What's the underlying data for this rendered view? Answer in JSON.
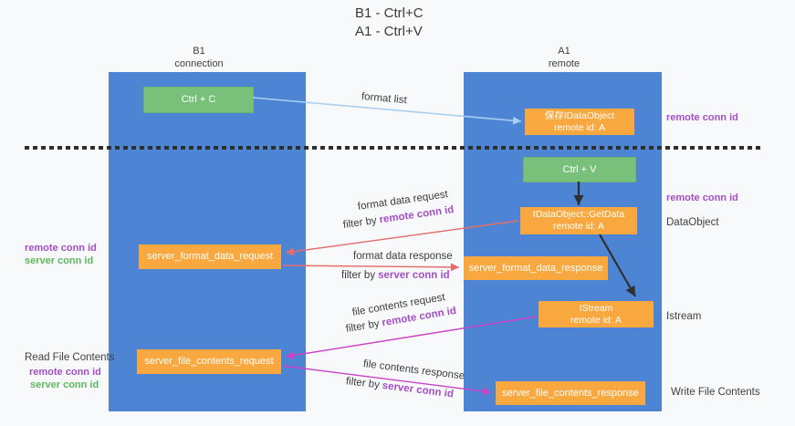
{
  "title": {
    "line1": "B1 - Ctrl+C",
    "line2": "A1 - Ctrl+V"
  },
  "columns": {
    "b1": {
      "name": "B1",
      "subtitle": "connection"
    },
    "a1": {
      "name": "A1",
      "subtitle": "remote"
    }
  },
  "nodes": {
    "ctrl_c": {
      "label": "Ctrl + C"
    },
    "ctrl_v": {
      "label": "Ctrl + V"
    },
    "save_idataobject": {
      "line1": "保存IDataObject",
      "line2": "remote id: A"
    },
    "idataobject_getdata": {
      "line1": "IDataObject::GetData",
      "line2": "remote id: A"
    },
    "istream": {
      "line1": "IStream",
      "line2": "remote id: A"
    },
    "server_format_data_request": {
      "label": "server_format_data_request"
    },
    "server_format_data_response": {
      "label": "server_format_data_response"
    },
    "server_file_contents_request": {
      "label": "server_file_contents_request"
    },
    "server_file_contents_response": {
      "label": "server_file_contents_response"
    }
  },
  "arrow_labels": {
    "format_list": "format list",
    "format_data_request": "format data request",
    "format_data_response": "format data response",
    "file_contents_request": "file contents request",
    "file_contents_response": "file contents response",
    "filter_by": "filter by",
    "remote_conn_id": "remote conn id",
    "server_conn_id": "server conn id"
  },
  "side_labels": {
    "remote_conn_id": "remote conn id",
    "server_conn_id": "server conn id",
    "dataobject": "DataObject",
    "istream": "Istream",
    "read_file_contents": "Read File Contents",
    "write_file_contents": "Write File Contents"
  },
  "colors": {
    "column_blue": "#4d85d4",
    "node_green": "#79c17b",
    "node_orange": "#f9a83f",
    "arrow_light_blue": "#a9cff2",
    "arrow_red": "#e46c6b",
    "arrow_magenta": "#cb42c5",
    "text_purple": "#a44fc8",
    "text_green": "#5db85d"
  }
}
